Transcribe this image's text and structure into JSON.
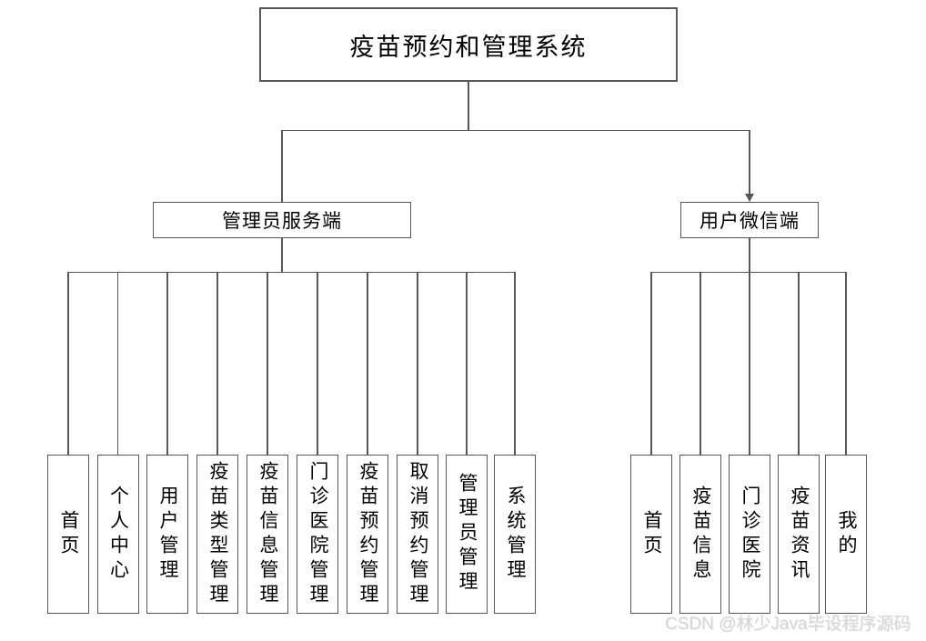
{
  "root": {
    "label": "疫苗预约和管理系统"
  },
  "branches": [
    {
      "label": "管理员服务端",
      "children": [
        {
          "label": "首页"
        },
        {
          "label": "个人中心"
        },
        {
          "label": "用户管理"
        },
        {
          "label": "疫苗类型管理"
        },
        {
          "label": "疫苗信息管理"
        },
        {
          "label": "门诊医院管理"
        },
        {
          "label": "疫苗预约管理"
        },
        {
          "label": "取消预约管理"
        },
        {
          "label": "管理员管理"
        },
        {
          "label": "系统管理"
        }
      ]
    },
    {
      "label": "用户微信端",
      "children": [
        {
          "label": "首页"
        },
        {
          "label": "疫苗信息"
        },
        {
          "label": "门诊医院"
        },
        {
          "label": "疫苗资讯"
        },
        {
          "label": "我的"
        }
      ]
    }
  ],
  "watermark": "CSDN @林少Java毕设程序源码",
  "colors": {
    "line": "#575757",
    "box_border": "#575757",
    "text": "#000000",
    "watermark": "#d5d5d5"
  }
}
